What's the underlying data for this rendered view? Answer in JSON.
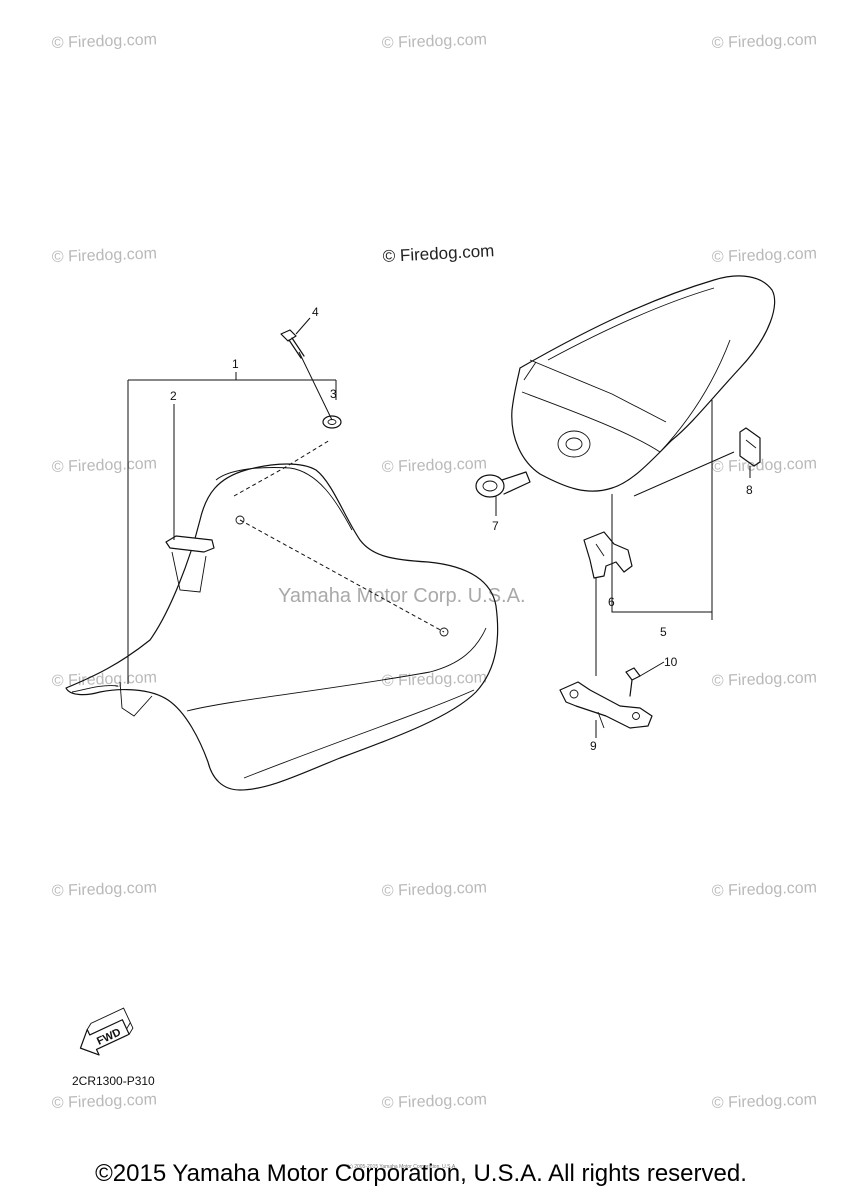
{
  "watermarks": {
    "site": "© Firedog.com",
    "main": "© Firedog.com",
    "center": "Yamaha Motor Corp. U.S.A."
  },
  "callouts": [
    "1",
    "2",
    "3",
    "4",
    "5",
    "6",
    "7",
    "8",
    "9",
    "10"
  ],
  "diagram_code": "2CR1300-P310",
  "fwd_label": "FWD",
  "small_print": "(c) 2005-2015 Yamaha Motor Corporation, U.S.A.",
  "copyright": "©2015 Yamaha Motor Corporation, U.S.A. All rights reserved."
}
